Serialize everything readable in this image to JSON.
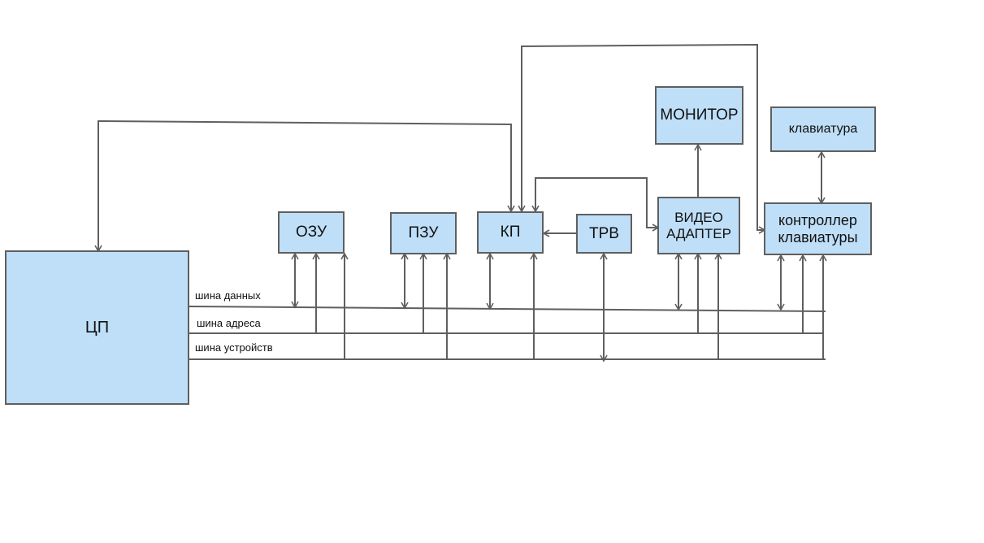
{
  "colors": {
    "box_fill": "#bfdff8",
    "line": "#5f5f5f"
  },
  "blocks": {
    "cpu": "ЦП",
    "ram": "ОЗУ",
    "rom": "ПЗУ",
    "kp": "КП",
    "trv": "ТРВ",
    "video_adapter": "ВИДЕО\nАДАПТЕР",
    "monitor": "МОНИТОР",
    "keyboard_controller": "контроллер\nклавиатуры",
    "keyboard": "клавиатура"
  },
  "buses": {
    "data": "шина данных",
    "address": "шина адреса",
    "devices": "шина устройств"
  }
}
